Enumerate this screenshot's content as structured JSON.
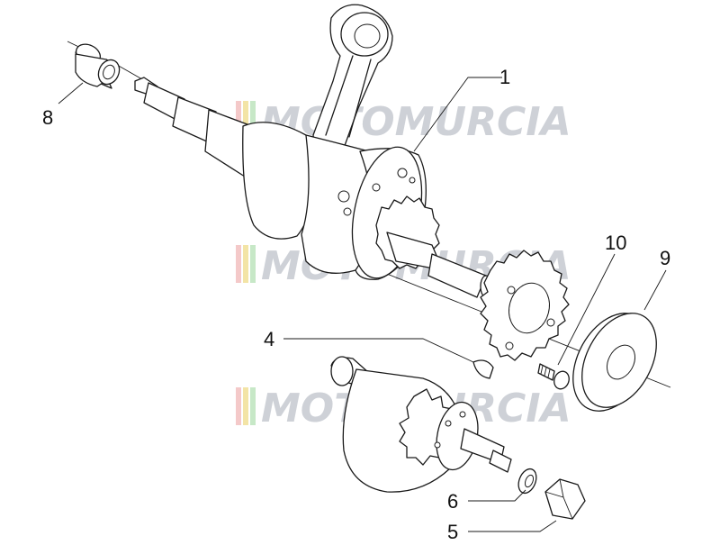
{
  "watermark": {
    "brand_text": "MOTOMURCIA",
    "color": "#c9cdd3",
    "stripe_colors": [
      "#f4c9c9",
      "#f3e4a6",
      "#c7e8c7"
    ]
  },
  "callouts": [
    {
      "id": "c1",
      "text": "1"
    },
    {
      "id": "c4",
      "text": "4"
    },
    {
      "id": "c5",
      "text": "5"
    },
    {
      "id": "c6",
      "text": "6"
    },
    {
      "id": "c8",
      "text": "8"
    },
    {
      "id": "c9",
      "text": "9"
    },
    {
      "id": "c10",
      "text": "10"
    }
  ],
  "colors": {
    "line": "#1a1a1a",
    "background": "#ffffff"
  }
}
